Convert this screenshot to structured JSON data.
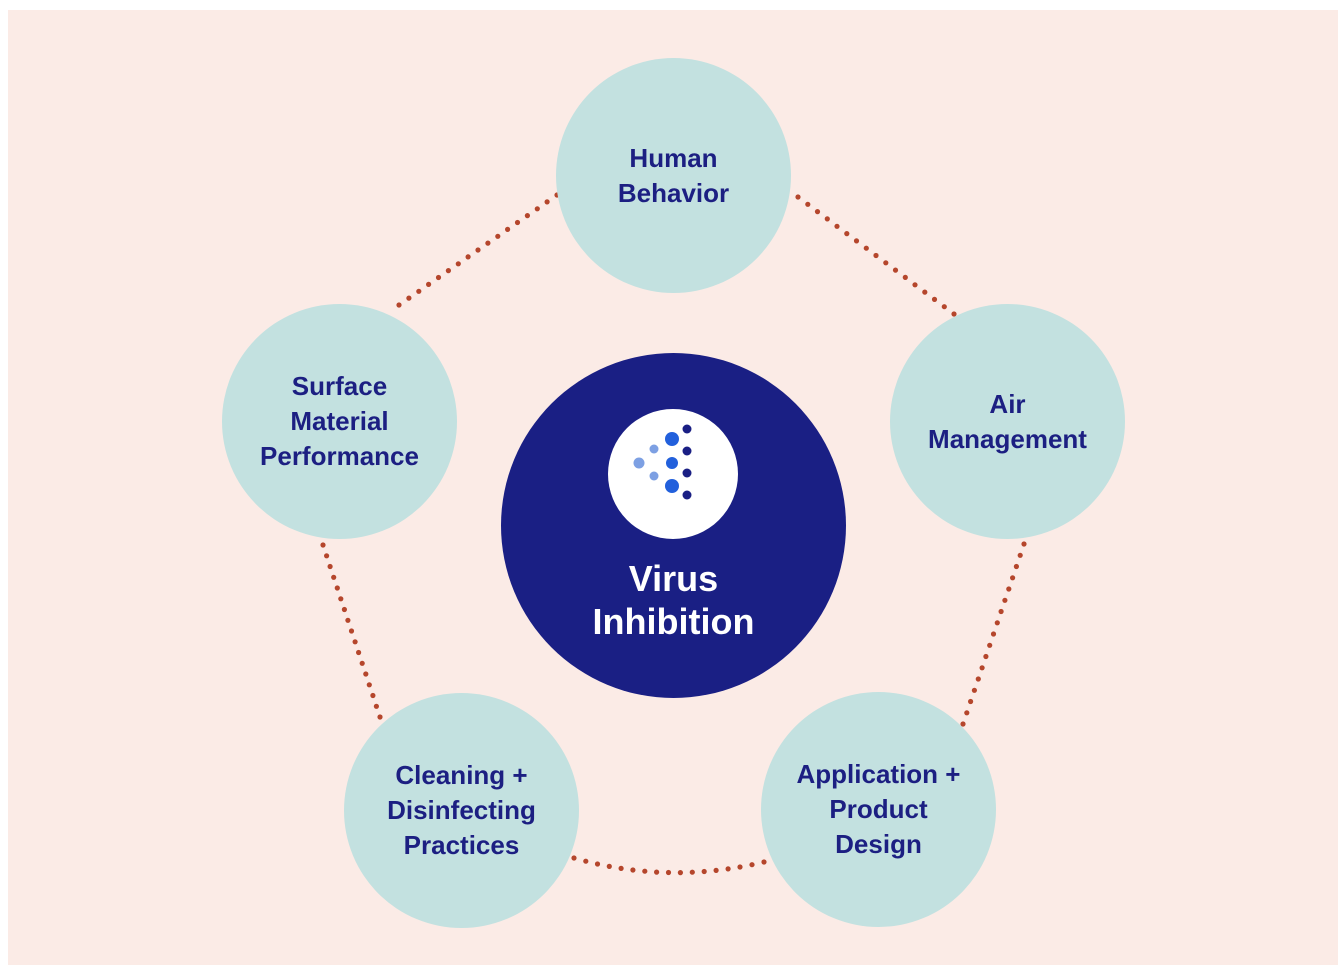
{
  "colors": {
    "background": "#fbebe6",
    "outer_node": "#c3e1e0",
    "outer_text": "#1c1f82",
    "center_node": "#1a1f84",
    "center_text": "#ffffff",
    "connector_dots": "#b5462c"
  },
  "center": {
    "icon": "dispersing-particles-icon",
    "title_lines": [
      "Virus",
      "Inhibition"
    ]
  },
  "nodes": [
    {
      "id": "human-behavior",
      "lines": [
        "Human",
        "Behavior"
      ]
    },
    {
      "id": "air-management",
      "lines": [
        "Air",
        "Management"
      ]
    },
    {
      "id": "application-product-design",
      "lines": [
        "Application +",
        "Product",
        "Design"
      ]
    },
    {
      "id": "cleaning-disinfecting-practices",
      "lines": [
        "Cleaning +",
        "Disinfecting",
        "Practices"
      ]
    },
    {
      "id": "surface-material-performance",
      "lines": [
        "Surface",
        "Material",
        "Performance"
      ]
    }
  ]
}
